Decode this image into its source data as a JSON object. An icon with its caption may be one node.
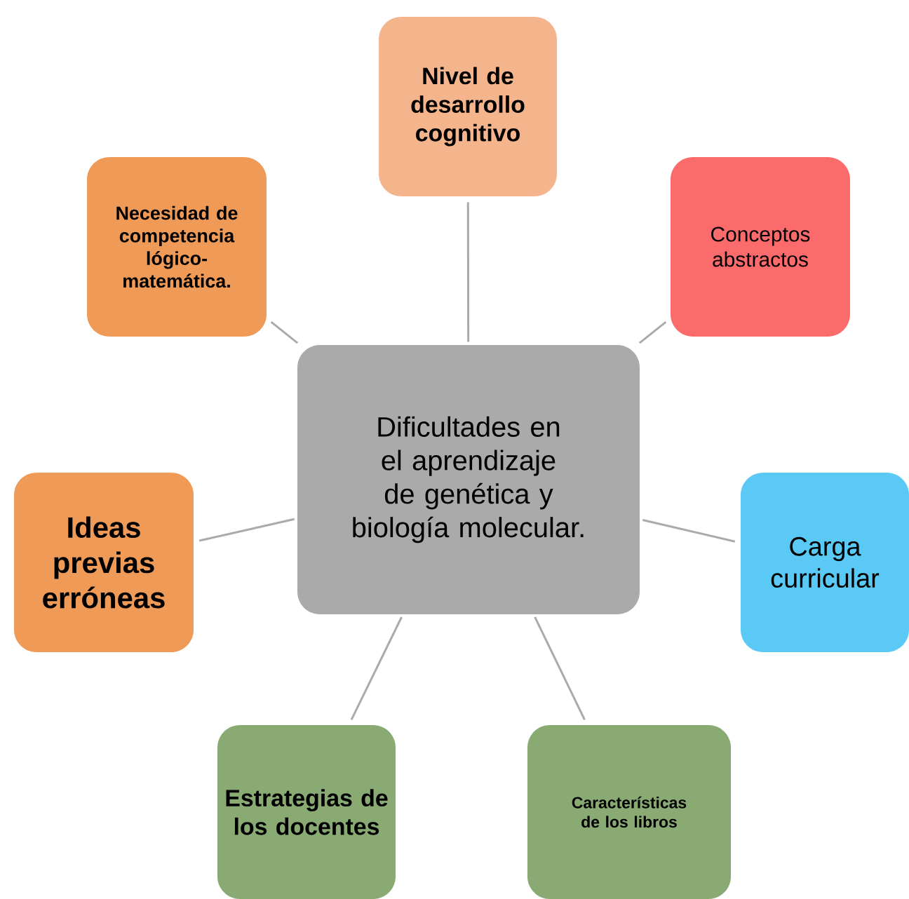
{
  "diagram": {
    "nodes": [
      {
        "text": [
          "Dificultades  en el aprendizaje de genética y biología molecular."
        ]
      },
      {
        "text": [
          "Nivel de desarrollo cognitivo"
        ]
      },
      {
        "text": [
          "Conceptos abstractos"
        ]
      },
      {
        "text": [
          "Carga curricular"
        ]
      },
      {
        "text": [
          "Características de los libros"
        ]
      },
      {
        "text": [
          "Estrategias de los docentes"
        ]
      },
      {
        "text": [
          "Ideas previas erróneas"
        ]
      },
      {
        "text": [
          "Necesidad de competencia lógico-matemática."
        ]
      }
    ],
    "edges": [
      {
        "from": 0,
        "to": 1,
        "arrow": "none"
      },
      {
        "from": 0,
        "to": 2,
        "arrow": "none"
      },
      {
        "from": 0,
        "to": 3,
        "arrow": "none"
      },
      {
        "from": 0,
        "to": 4,
        "arrow": "none"
      },
      {
        "from": 0,
        "to": 5,
        "arrow": "none"
      },
      {
        "from": 0,
        "to": 6,
        "arrow": "none"
      },
      {
        "from": 0,
        "to": 7,
        "arrow": "none"
      }
    ]
  }
}
